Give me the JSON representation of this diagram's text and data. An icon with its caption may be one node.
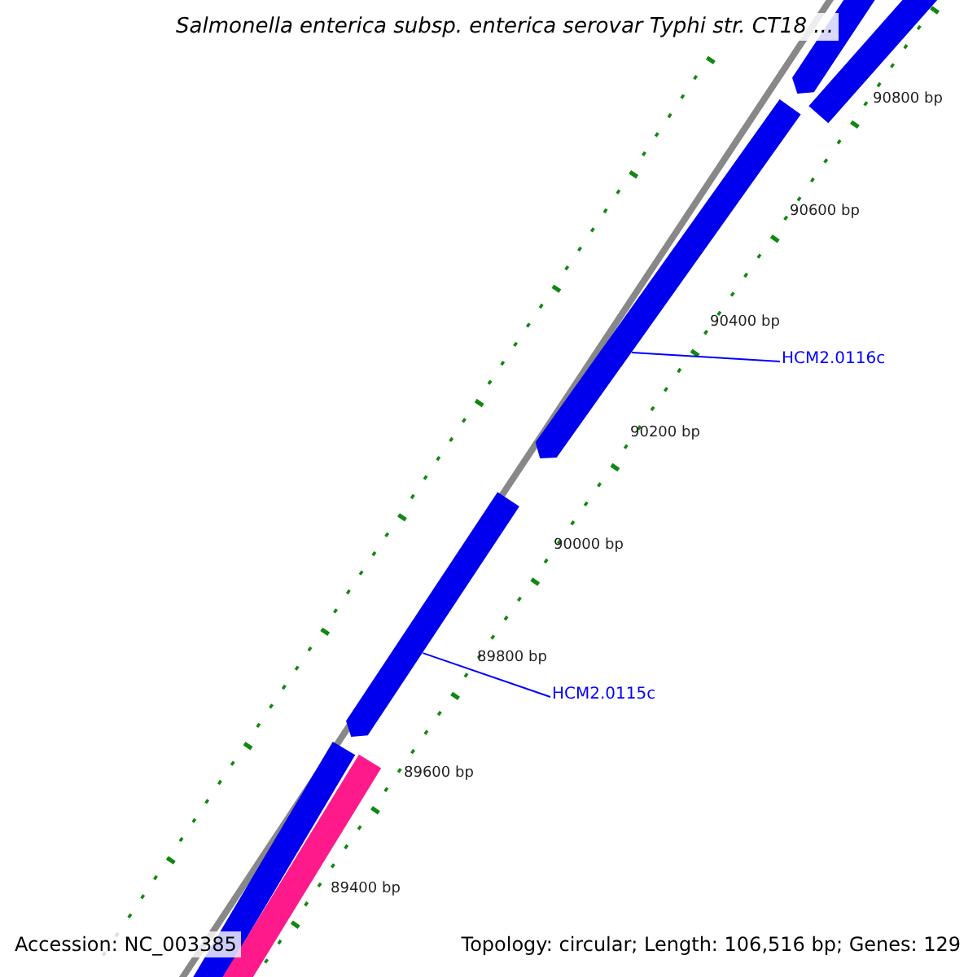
{
  "diagram": {
    "title": "Salmonella enterica subsp. enterica serovar Typhi str. CT18 ...",
    "nodes": [
      {
        "text": [],
        "shape": "bar"
      },
      {
        "text": [],
        "shape": "bar"
      },
      {
        "text": [],
        "shape": "bar"
      },
      {
        "text": [
          "HCM2.0116c"
        ]
      },
      {
        "text": [],
        "shape": "bar"
      },
      {
        "text": [
          "HCM2.0115c"
        ]
      },
      {
        "text": [],
        "shape": "bar"
      },
      {
        "text": [],
        "shape": "bar"
      }
    ],
    "edges": [
      {
        "from": 3,
        "to": 2,
        "arrow": "none"
      },
      {
        "from": 5,
        "to": 4,
        "arrow": "none"
      }
    ],
    "labels": [
      "90800 bp",
      "90600 bp",
      "90400 bp",
      "90200 bp",
      "90000 bp",
      "89800 bp",
      "89600 bp",
      "89400 bp",
      "Accession: NC_003385",
      "Topology: circular; Length: 106,516 bp; Genes: 129"
    ]
  }
}
